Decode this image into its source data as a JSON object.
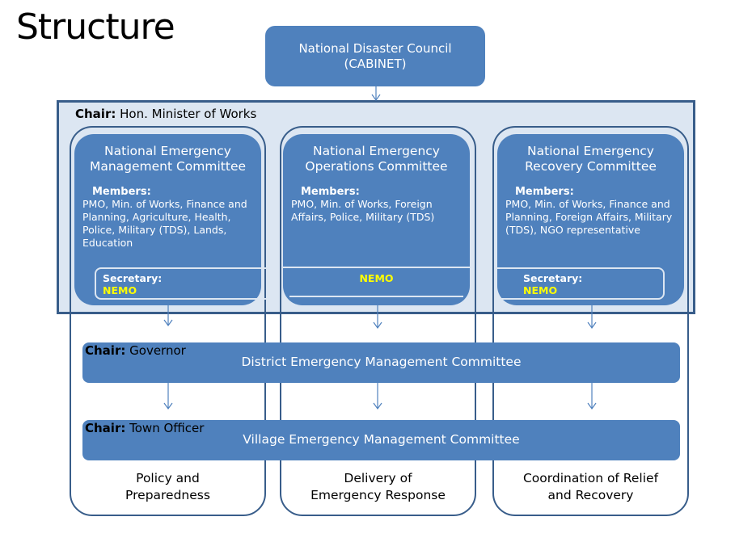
{
  "slide_title": "Structure",
  "council": {
    "line1": "National Disaster Council",
    "line2": "(CABINET)"
  },
  "national_level": {
    "chair_label": "Chair:",
    "chair_value": "Hon. Minister of Works",
    "committees": [
      {
        "title_line1": "National Emergency",
        "title_line2": "Management Committee",
        "members_label": "Members:",
        "members": "PMO, Min. of Works, Finance and Planning, Agriculture, Health, Police, Military (TDS), Lands, Education",
        "secretary_label": "Secretary:",
        "secretary": "NEMO"
      },
      {
        "title_line1": "National Emergency",
        "title_line2": "Operations Committee",
        "members_label": "Members:",
        "members": "PMO, Min. of Works, Foreign Affairs, Police, Military (TDS)",
        "secretary_label": "",
        "secretary": "NEMO"
      },
      {
        "title_line1": "National Emergency",
        "title_line2": "Recovery Committee",
        "members_label": "Members:",
        "members": "PMO, Min. of Works, Finance and Planning, Foreign Affairs, Military (TDS), NGO representative",
        "secretary_label": "Secretary:",
        "secretary": "NEMO"
      }
    ]
  },
  "district": {
    "chair_label": "Chair:",
    "chair_value": "Governor",
    "title": "District Emergency Management Committee"
  },
  "village": {
    "chair_label": "Chair:",
    "chair_value": "Town Officer",
    "title": "Village Emergency Management Committee"
  },
  "functions": [
    {
      "line1": "Policy and",
      "line2": "Preparedness"
    },
    {
      "line1": "Delivery of",
      "line2": "Emergency Response"
    },
    {
      "line1": "Coordination of Relief",
      "line2": "and Recovery"
    }
  ],
  "colors": {
    "box_fill": "#4f81bd",
    "band_fill": "#dce6f2",
    "outline": "#385d8a",
    "highlight": "#ffff00"
  }
}
